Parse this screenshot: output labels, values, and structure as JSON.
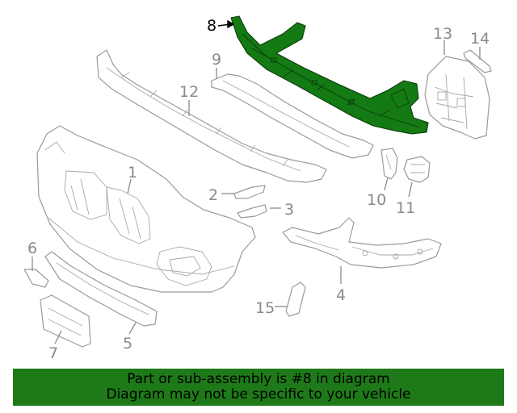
{
  "callouts": {
    "c1": "1",
    "c2": "2",
    "c3": "3",
    "c4": "4",
    "c5": "5",
    "c6": "6",
    "c7": "7",
    "c8": "8",
    "c9": "9",
    "c10": "10",
    "c11": "11",
    "c12": "12",
    "c13": "13",
    "c14": "14",
    "c15": "15"
  },
  "highlighted_part": "8",
  "highlight_color": "#1e7a18",
  "banner": {
    "line1": "Part or sub-assembly is #8 in diagram",
    "line2": "Diagram may not be specific to your vehicle"
  }
}
